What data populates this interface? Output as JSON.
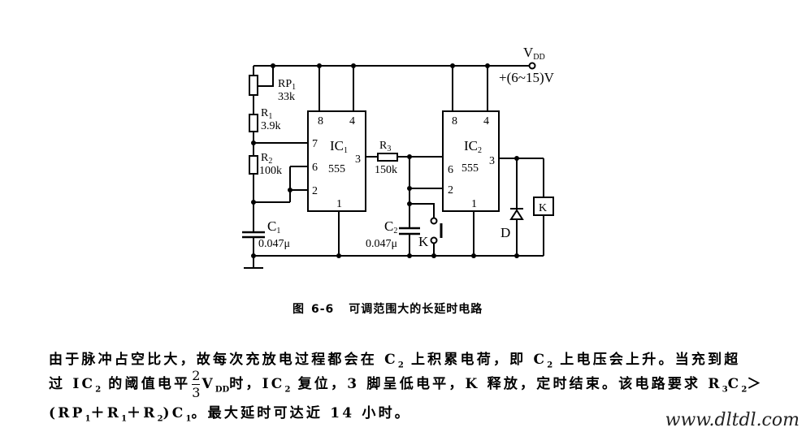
{
  "figure": {
    "caption_prefix": "图",
    "caption_number": "6-6",
    "caption_title": "可调范围大的长延时电路"
  },
  "schematic": {
    "supply": {
      "name": "V",
      "sub": "DD",
      "range": "+(6~15)V"
    },
    "components": {
      "rp1": {
        "name": "RP",
        "sub": "1",
        "value": "33k"
      },
      "r1": {
        "name": "R",
        "sub": "1",
        "value": "3.9k"
      },
      "r2": {
        "name": "R",
        "sub": "2",
        "value": "100k"
      },
      "c1": {
        "name": "C",
        "sub": "1",
        "value": "0.047μ"
      },
      "r3": {
        "name": "R",
        "sub": "3",
        "value": "150k"
      },
      "c2": {
        "name": "C",
        "sub": "2",
        "value": "0.047μ"
      },
      "switch_k": {
        "name": "K"
      },
      "diode": {
        "name": "D"
      },
      "relay": {
        "name": "K"
      },
      "ic1": {
        "name": "IC",
        "sub": "1",
        "type": "555",
        "pins": {
          "p8": "8",
          "p4": "4",
          "p7": "7",
          "p6": "6",
          "p2": "2",
          "p3": "3",
          "p1": "1"
        }
      },
      "ic2": {
        "name": "IC",
        "sub": "2",
        "type": "555",
        "pins": {
          "p8": "8",
          "p4": "4",
          "p6": "6",
          "p2": "2",
          "p3": "3",
          "p1": "1"
        }
      }
    }
  },
  "paragraph": {
    "line1": {
      "a": "由于脉冲占空比大，故每次充放电过程都会在 C",
      "a_sub": "2",
      "b": " 上积累电荷，即 C",
      "b_sub": "2",
      "c": " 上电压会上升。当充到超"
    },
    "line2": {
      "a": "过 IC",
      "a_sub": "2",
      "b": " 的阈值电平",
      "frac_num": "2",
      "frac_den": "3",
      "c": "V",
      "c_sub": "DD",
      "d": "时，IC",
      "d_sub": "2",
      "e": " 复位，3 脚呈低电平，K 释放，定时结束。该电路要求 R",
      "e_sub": "3",
      "f": "C",
      "f_sub": "2",
      "g": "＞"
    },
    "line3": {
      "a": "(RP",
      "a_sub": "1",
      "b": "＋R",
      "b_sub": "1",
      "c": "＋R",
      "c_sub": "2",
      "d": ")C",
      "d_sub": "1",
      "e": "。最大延时可达近 14 小时。"
    }
  },
  "watermark": "www.dltdl.com"
}
